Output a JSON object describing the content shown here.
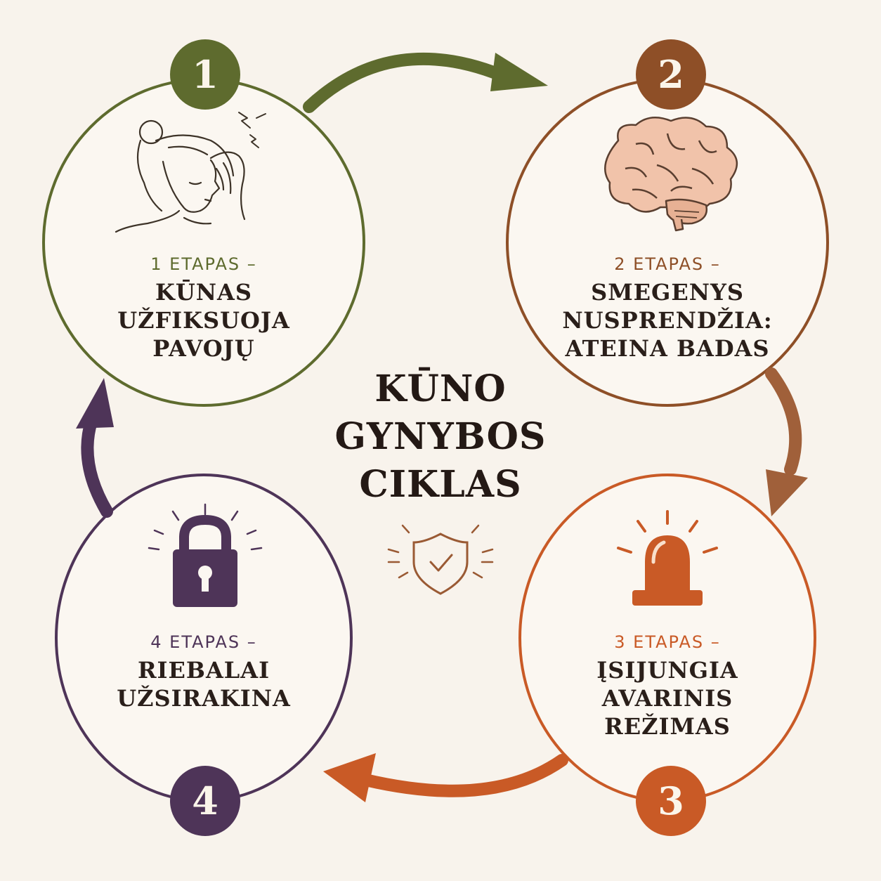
{
  "title": {
    "line1": "KŪNO",
    "line2": "GYNYBOS",
    "line3": "CIKLAS"
  },
  "colors": {
    "background": "#f8f3ec",
    "stage1": "#5e6b2e",
    "stage2": "#8e4f27",
    "stage3": "#c95a26",
    "stage4": "#4e3458",
    "text": "#2a1f1a"
  },
  "stages": [
    {
      "number": "1",
      "label": "1 ETAPAS –",
      "title": [
        "KŪNAS",
        "UŽFIKSUOJA",
        "PAVOJŲ"
      ],
      "icon": "woman-headache-icon"
    },
    {
      "number": "2",
      "label": "2 ETAPAS –",
      "title": [
        "SMEGENYS",
        "NUSPRENDŽIA:",
        "ATEINA BADAS"
      ],
      "icon": "brain-icon"
    },
    {
      "number": "3",
      "label": "3 ETAPAS –",
      "title": [
        "ĮSIJUNGIA",
        "AVARINIS",
        "REŽIMAS"
      ],
      "icon": "alarm-siren-icon"
    },
    {
      "number": "4",
      "label": "4 ETAPAS –",
      "title": [
        "RIEBALAI",
        "UŽSIRAKINA"
      ],
      "icon": "padlock-icon"
    }
  ],
  "center_icon": "shield-check-icon"
}
